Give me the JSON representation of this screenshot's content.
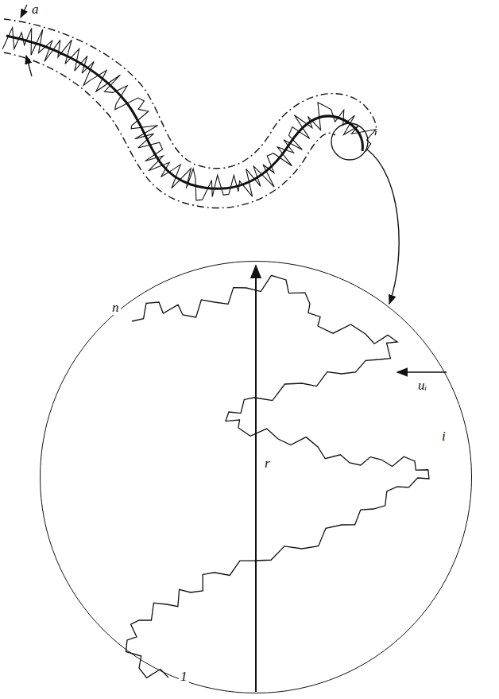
{
  "diagram": {
    "nodes": [
      {
        "text": [
          "n",
          "r",
          "uᵢ",
          "i",
          "1"
        ]
      }
    ],
    "labels": [
      "a"
    ]
  }
}
